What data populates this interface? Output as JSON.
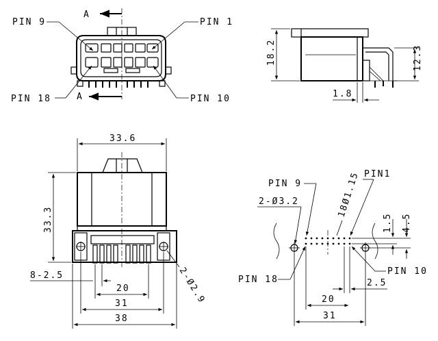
{
  "front_view": {
    "section_label_top": "A",
    "section_label_bottom": "A",
    "pin_9": "PIN 9",
    "pin_1": "PIN 1",
    "pin_18": "PIN 18",
    "pin_10": "PIN 10"
  },
  "side_view": {
    "height_dim": "18.2",
    "lead_height_dim": "12.3",
    "pin_offset_dim": "1.8"
  },
  "bottom_view": {
    "width_top_dim": "33.6",
    "height_dim": "33.3",
    "pitch_dim": "8-2.5",
    "pin_span_dim": "20",
    "hole_span_dim": "31",
    "total_width_dim": "38",
    "hole_dia_dim": "2-Ø2.9"
  },
  "pcb_layout": {
    "pin_9": "PIN 9",
    "pin_1": "PIN1",
    "pin_18": "PIN 18",
    "pin_10": "PIN 10",
    "mount_holes": "2-Ø3.2",
    "pin_holes": "18Ø1.15",
    "row_pitch_dim": "1.5",
    "offset_dim": "4.5",
    "pin_span_dim": "20",
    "pitch_dim": "2.5",
    "hole_span_dim": "31"
  }
}
